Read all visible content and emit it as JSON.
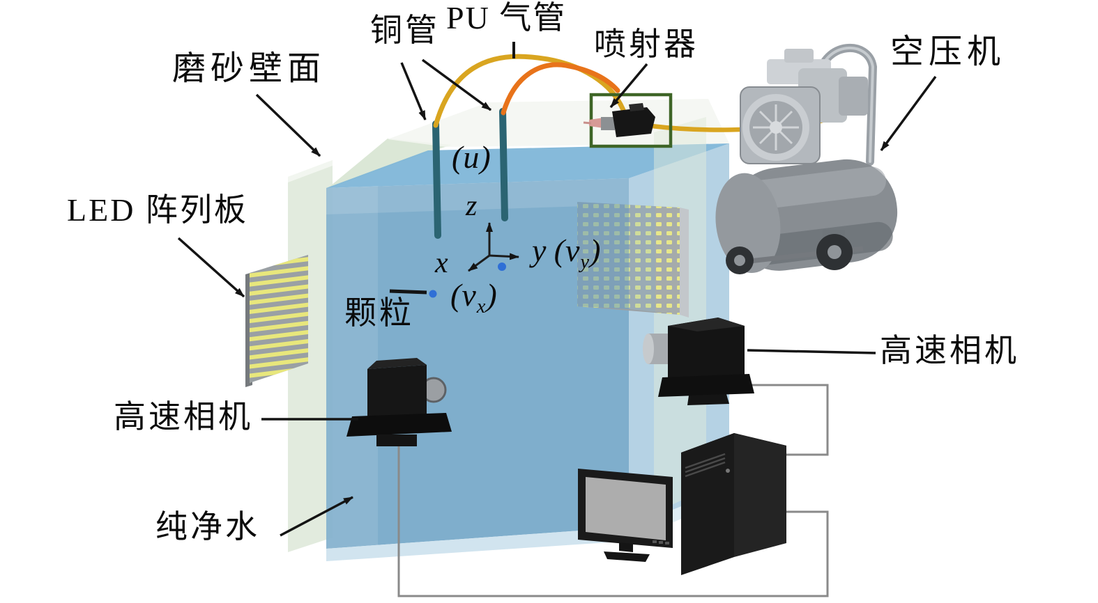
{
  "figure": {
    "kind": "experimental-setup-schematic",
    "labels": {
      "copper_tube": "铜管",
      "pu_air_tube": "PU 气管",
      "injector": "喷射器",
      "air_compressor": "空压机",
      "frosted_wall": "磨砂壁面",
      "led_array_panel": "LED 阵列板",
      "high_speed_camera_left": "高速相机",
      "high_speed_camera_right": "高速相机",
      "pure_water": "纯净水",
      "particle": "颗粒"
    },
    "axes": {
      "u_label": "(u)",
      "z_letter": "z",
      "x_letter": "x",
      "y_letter": "y",
      "vy_open": "(v",
      "vy_sub": "y",
      "vy_close": ")",
      "vx_open": "(v",
      "vx_sub": "x",
      "vx_close": ")"
    },
    "colors": {
      "water_front": "#74a7c8",
      "water_top": "#7fb6d8",
      "water_side": "#79adcd",
      "water_bottom": "#cfe3ee",
      "frosted_pane": "#dfe9da",
      "top_rim": "#f3f6f1",
      "led_panel_gray": "#9aa0a4",
      "led_yellow": "#e8e77c",
      "copper_tube_teal": "#2b6472",
      "pu_tube_yellow": "#d9a520",
      "pu_tube_orange": "#e8731a",
      "injector_box_green": "#3e6527",
      "particle_blue": "#2f6fd6",
      "pointer_black": "#141414",
      "cable_gray": "#8a8a8a",
      "device_black": "#161616",
      "compressor_gray": "#888d92",
      "monitor_screen_gray": "#adadad"
    }
  }
}
